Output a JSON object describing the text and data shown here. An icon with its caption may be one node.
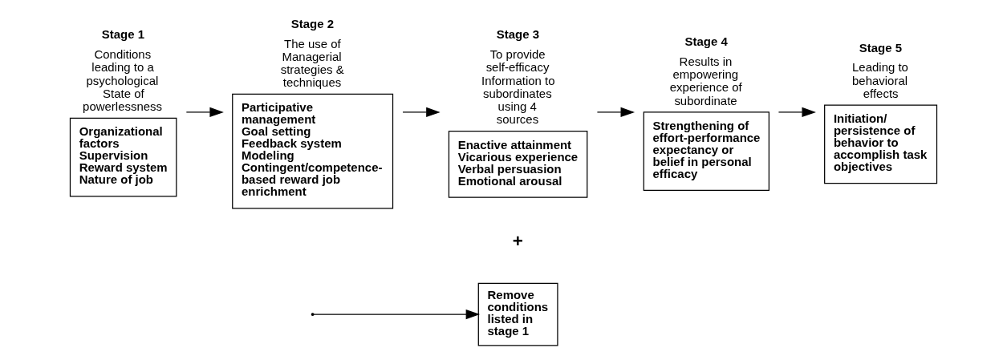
{
  "diagram": {
    "nodes": [
      {
        "text": [
          "Stage 1",
          "Conditions leading to a psychological State of powerlessness",
          "Organizational factors",
          "Supervision",
          "Reward system",
          "Nature of job"
        ]
      },
      {
        "text": [
          "Stage 2",
          "The use of Managerial strategies & techniques",
          "Participative management",
          "Goal setting",
          "Feedback system",
          "Modeling",
          "Contingent/competence-based reward job enrichment"
        ]
      },
      {
        "text": [
          "Stage 3",
          "To provide self-efficacy Information to subordinates using 4 sources",
          "Enactive attainment",
          "Vicarious experience",
          "Verbal persuasion",
          "Emotional arousal"
        ]
      },
      {
        "text": [
          "Stage 4",
          "Results in empowering experience of subordinate",
          "Strengthening of effort-performance expectancy or belief in personal efficacy"
        ]
      },
      {
        "text": [
          "Stage 5",
          "Leading to behavioral effects",
          "Initiation/ persistence of behavior to accomplish task objectives"
        ]
      },
      {
        "text": [
          "Remove conditions listed in stage 1"
        ]
      }
    ],
    "edges": [
      {
        "from": 0,
        "to": 1,
        "arrow": "to"
      },
      {
        "from": 1,
        "to": 2,
        "arrow": "to"
      },
      {
        "from": 2,
        "to": 3,
        "arrow": "to"
      },
      {
        "from": 3,
        "to": 4,
        "arrow": "to"
      },
      {
        "from": null,
        "to": 5,
        "arrow": "to"
      }
    ],
    "labels": [
      "+"
    ]
  }
}
